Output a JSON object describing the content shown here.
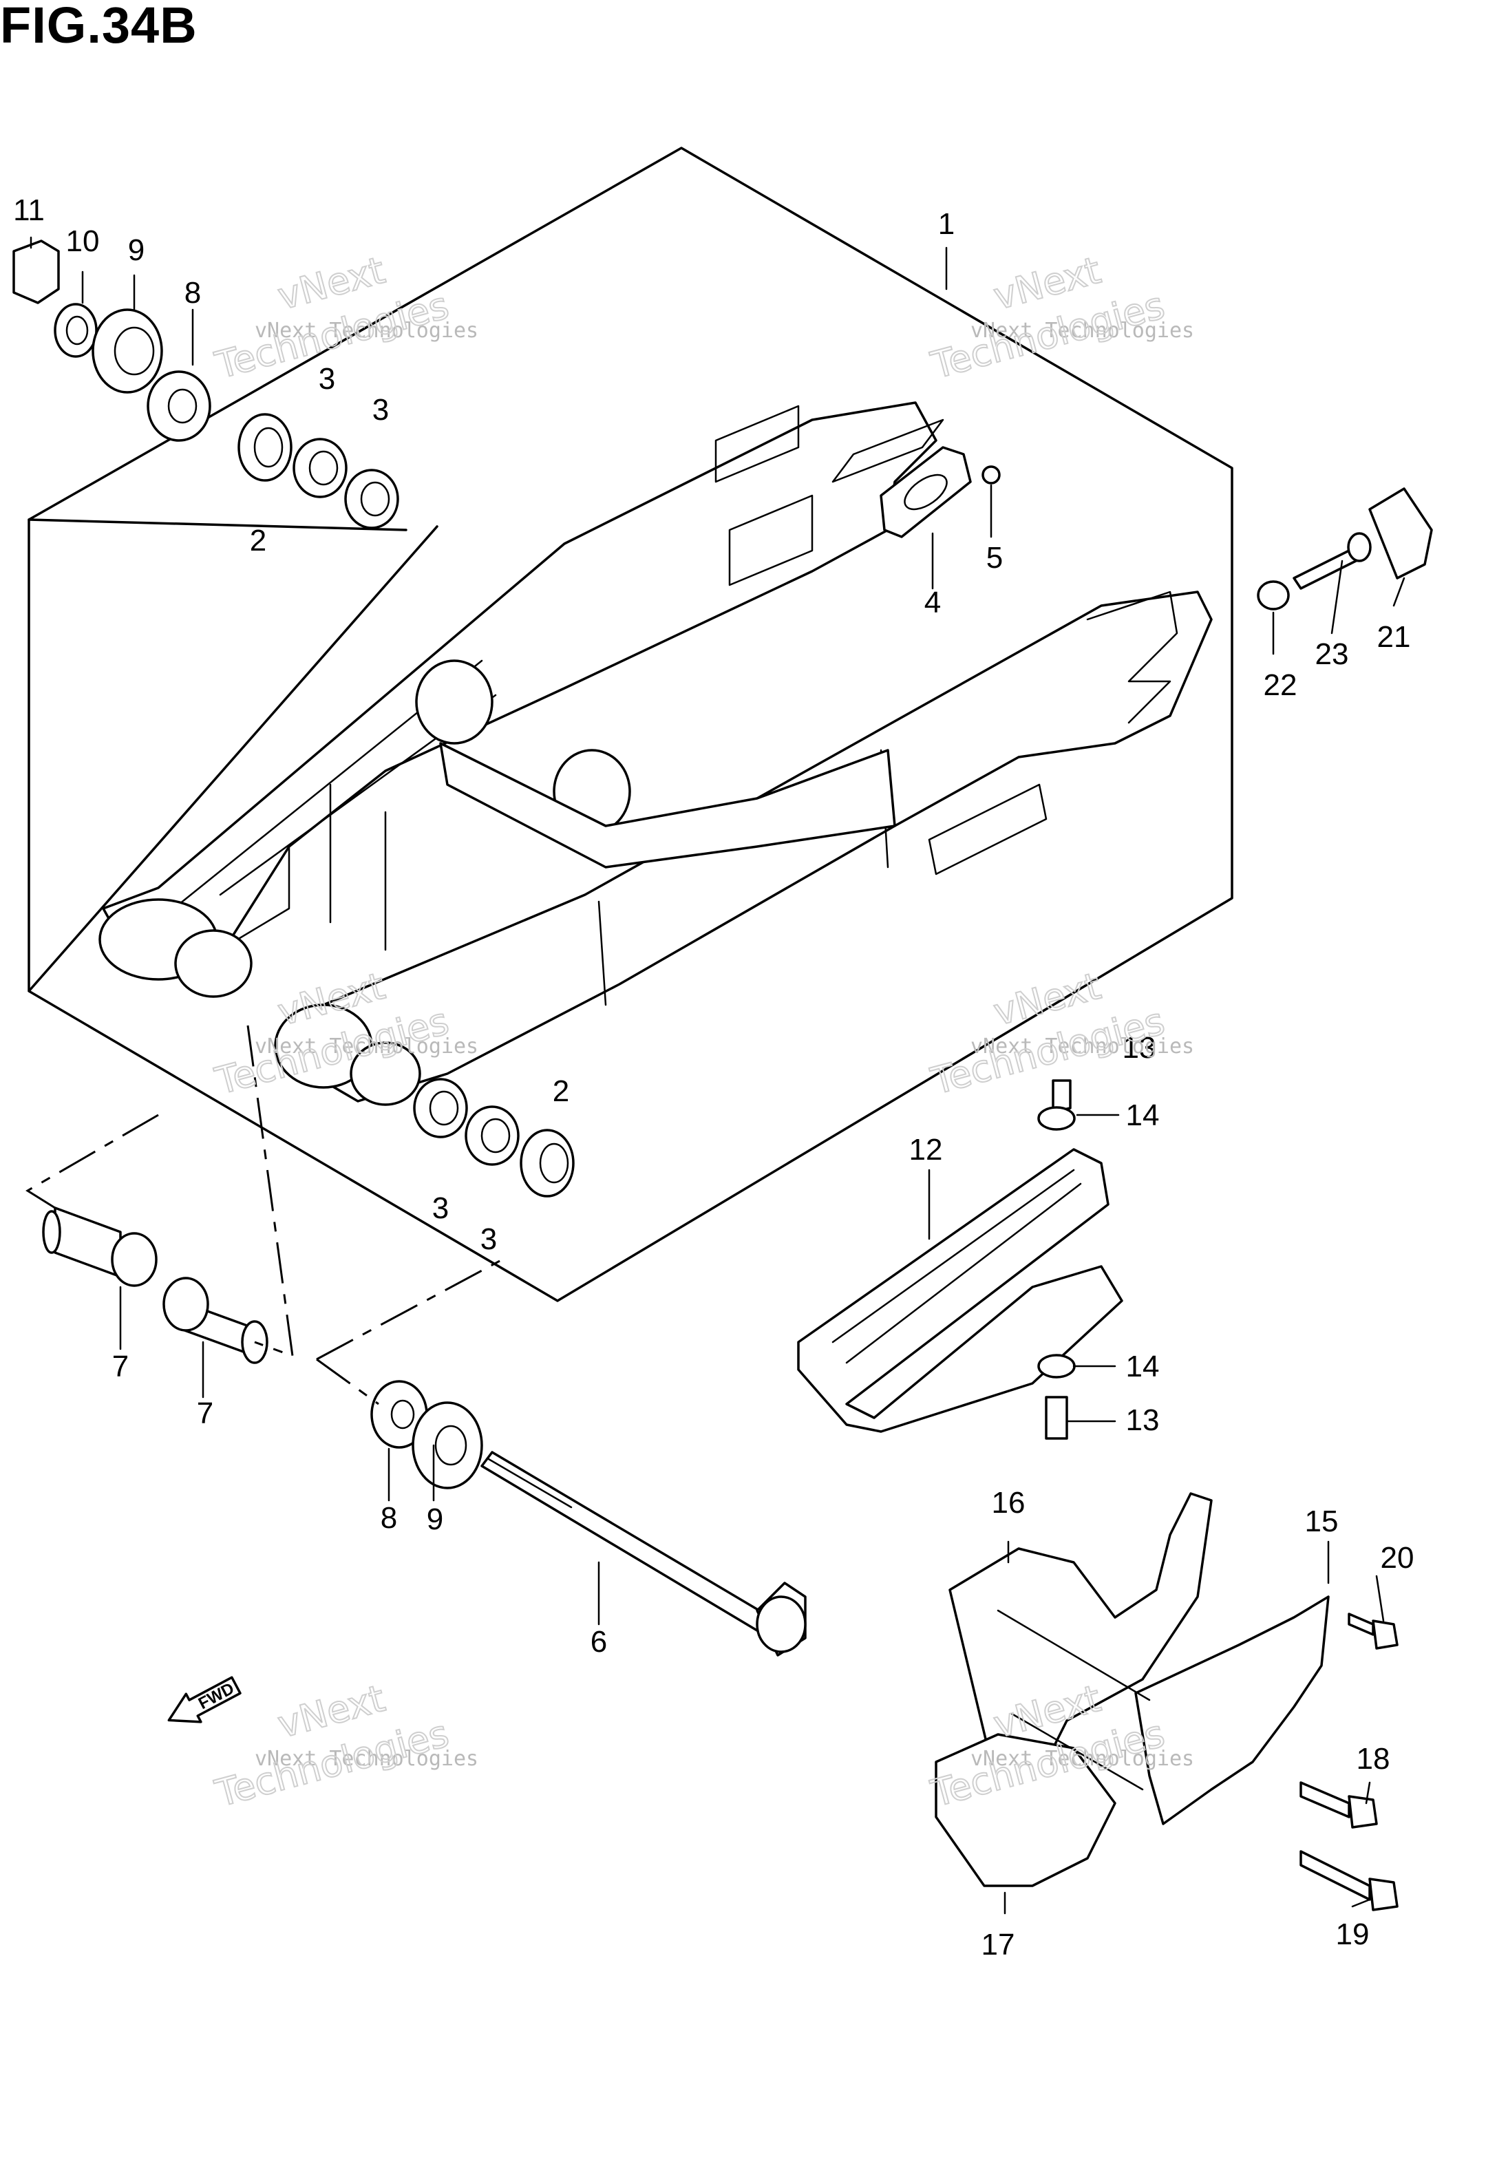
{
  "figure": {
    "title": "FIG.34B"
  },
  "callouts": [
    {
      "id": "c1",
      "text": "1"
    },
    {
      "id": "c2a",
      "text": "2"
    },
    {
      "id": "c2b",
      "text": "2"
    },
    {
      "id": "c3a",
      "text": "3"
    },
    {
      "id": "c3b",
      "text": "3"
    },
    {
      "id": "c3c",
      "text": "3"
    },
    {
      "id": "c3d",
      "text": "3"
    },
    {
      "id": "c4",
      "text": "4"
    },
    {
      "id": "c5",
      "text": "5"
    },
    {
      "id": "c6",
      "text": "6"
    },
    {
      "id": "c7a",
      "text": "7"
    },
    {
      "id": "c7b",
      "text": "7"
    },
    {
      "id": "c8a",
      "text": "8"
    },
    {
      "id": "c8b",
      "text": "8"
    },
    {
      "id": "c9a",
      "text": "9"
    },
    {
      "id": "c9b",
      "text": "9"
    },
    {
      "id": "c10",
      "text": "10"
    },
    {
      "id": "c11",
      "text": "11"
    },
    {
      "id": "c12",
      "text": "12"
    },
    {
      "id": "c13a",
      "text": "13"
    },
    {
      "id": "c13b",
      "text": "13"
    },
    {
      "id": "c14a",
      "text": "14"
    },
    {
      "id": "c14b",
      "text": "14"
    },
    {
      "id": "c15",
      "text": "15"
    },
    {
      "id": "c16",
      "text": "16"
    },
    {
      "id": "c17",
      "text": "17"
    },
    {
      "id": "c18",
      "text": "18"
    },
    {
      "id": "c19",
      "text": "19"
    },
    {
      "id": "c20",
      "text": "20"
    },
    {
      "id": "c21",
      "text": "21"
    },
    {
      "id": "c22",
      "text": "22"
    },
    {
      "id": "c23",
      "text": "23"
    }
  ],
  "watermark": {
    "line1": "vNext Technologies",
    "line2": "vNext",
    "line3": "Technologies"
  },
  "direction": {
    "label": "FWD"
  },
  "colors": {
    "ink": "#000000",
    "watermark": "#b9b9b9",
    "background": "#ffffff"
  },
  "icons": {
    "direction": "fwd-arrow-icon"
  }
}
